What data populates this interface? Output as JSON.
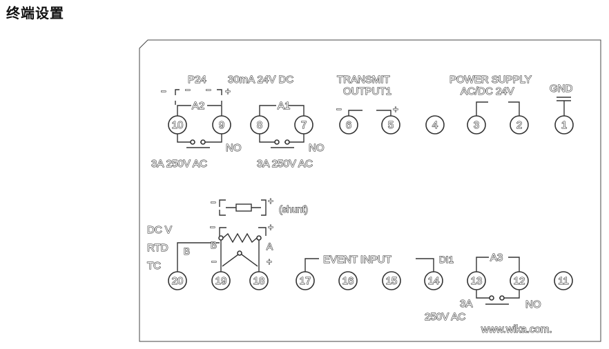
{
  "page": {
    "title": "终端设置"
  },
  "terminals": {
    "t1": "1",
    "t2": "2",
    "t3": "3",
    "t4": "4",
    "t5": "5",
    "t6": "6",
    "t7": "7",
    "t8": "8",
    "t9": "9",
    "t10": "10",
    "t11": "11",
    "t12": "12",
    "t13": "13",
    "t14": "14",
    "t15": "15",
    "t16": "16",
    "t17": "17",
    "t18": "18",
    "t19": "19",
    "t20": "20"
  },
  "top_labels": {
    "p24": "P24",
    "p24_rating": "30mA 24V DC",
    "a2": "A2",
    "a1": "A1",
    "no_a2": "NO",
    "no_a1": "NO",
    "rating_a2": "3A 250V AC",
    "rating_a1": "3A 250V AC",
    "transmit_line1": "TRANSMIT",
    "transmit_line2": "OUTPUT1",
    "power_line1": "POWER SUPPLY",
    "power_line2": "AC/DC 24V",
    "gnd": "GND"
  },
  "bottom_labels": {
    "shunt": "(shunt)",
    "dcv": "DC V",
    "rtd": "RTD",
    "tc": "TC",
    "b_left": "B",
    "b_mid": "B",
    "a_mid": "A",
    "event_input": "EVENT INPUT",
    "di1": "DI1",
    "a3": "A3",
    "rating_a3_line1": "3A",
    "rating_a3_line2": "250V AC",
    "no_a3": "NO",
    "website": "www.wika.com."
  },
  "polarity": {
    "plus": "+",
    "minus": "−"
  }
}
